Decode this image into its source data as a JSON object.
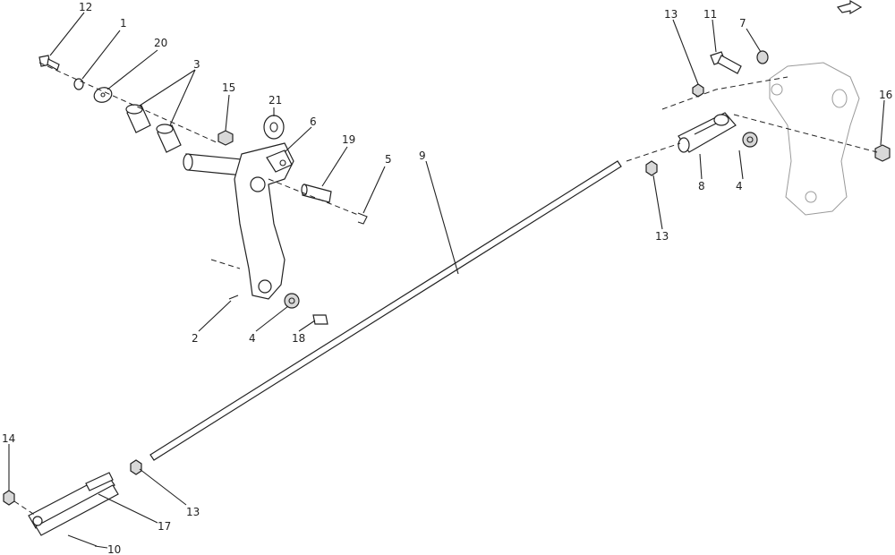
{
  "diagram": {
    "labels": {
      "l12": "12",
      "l1": "1",
      "l20": "20",
      "l3": "3",
      "l15": "15",
      "l21": "21",
      "l6a": "6",
      "l19": "19",
      "l5": "5",
      "l9": "9",
      "l13a": "13",
      "l11": "11",
      "l7a": "7",
      "l16": "16",
      "l4a": "4",
      "l8a": "8",
      "l13b": "13",
      "l2": "2",
      "l4b": "4",
      "l18": "18",
      "l14": "14",
      "l13c": "13",
      "l17": "17",
      "l10": "10"
    },
    "nav_icon": "arrow-icon"
  }
}
